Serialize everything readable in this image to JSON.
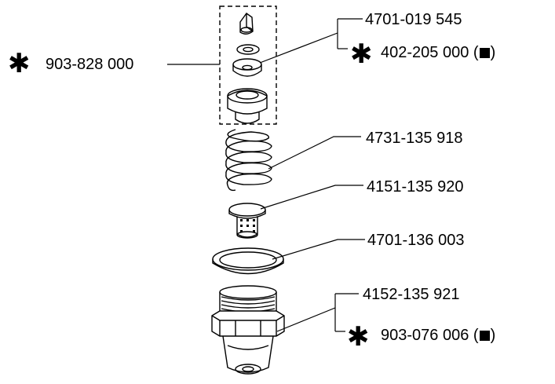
{
  "parts": {
    "p1": "4701-019 545",
    "p2": "402-205 000",
    "p3": "903-828 000",
    "p4": "4731-135 918",
    "p5": "4151-135 920",
    "p6": "4701-136 003",
    "p7": "4152-135 921",
    "p8": "903-076 006"
  },
  "marks": {
    "star": "✱",
    "square_note_open": "(",
    "square_note_close": ")"
  }
}
